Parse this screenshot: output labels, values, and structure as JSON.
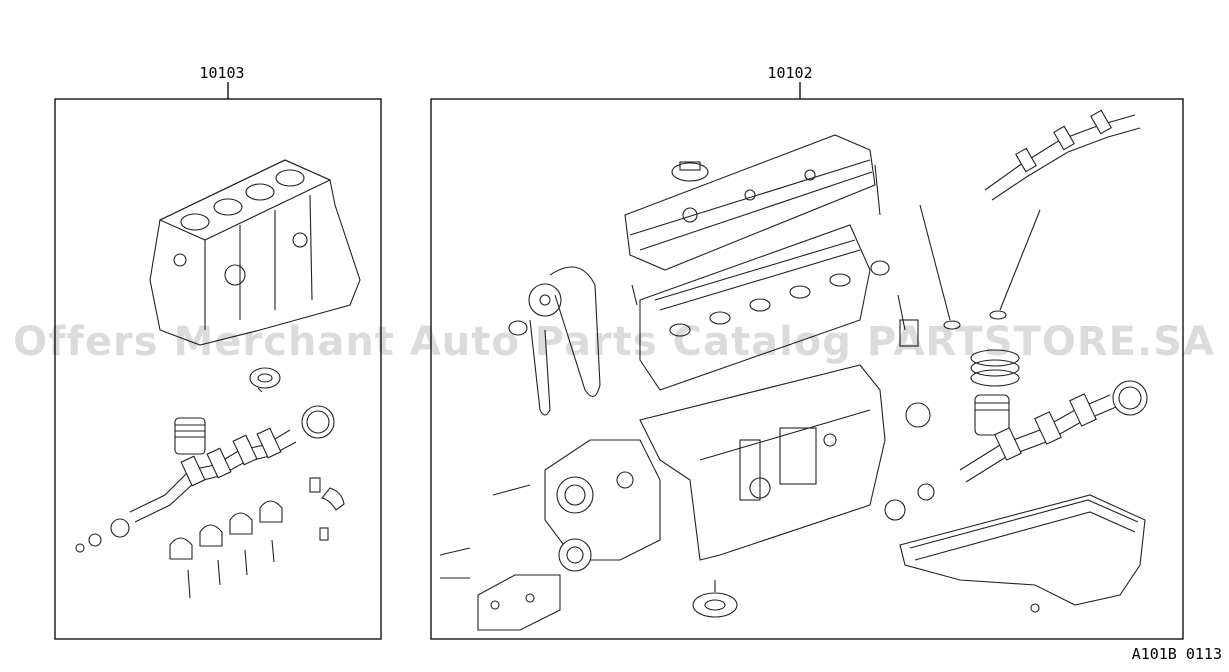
{
  "diagram": {
    "callouts": [
      {
        "id": "left",
        "label": "10103"
      },
      {
        "id": "right",
        "label": "10102"
      }
    ],
    "watermark": "Offers Merchant Auto Parts Catalog PARTSTORE.SA",
    "reference_code": "A101B 0113"
  },
  "colors": {
    "line": "#222222",
    "background": "#ffffff"
  }
}
